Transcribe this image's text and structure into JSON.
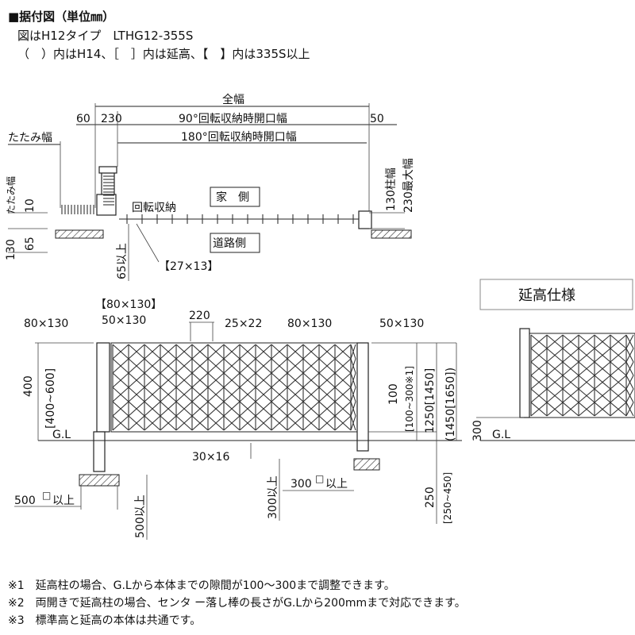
{
  "header": {
    "title": "■据付図（単位㎜）",
    "line1": "図はH12タイプ　LTHG12-355S",
    "line2": "（　）内はH14、［　］内は延高、【　】内は335S以上"
  },
  "plan": {
    "full_width": "全幅",
    "d60": "60",
    "d230": "230",
    "open90": "90°回転収納時開口幅",
    "d50": "50",
    "open180": "180°回転収納時開口幅",
    "fold_width": "たたみ幅",
    "fold_width_v": "たたみ幅",
    "d10": "10",
    "rotate_store": "回転収納",
    "house_side": "家　側",
    "road_side": "道路側",
    "d130_left": "130",
    "d65": "65",
    "d65_min": "65以上",
    "bracket_27x13": "【27×13】",
    "post_130": "130柱幅",
    "max_230": "230最大幅"
  },
  "elevation": {
    "bracket_80x130": "【80×130】",
    "d80x130_left": "80×130",
    "d50x130_left": "50×130",
    "d220": "220",
    "d25x22": "25×22",
    "d80x130_right": "80×130",
    "d50x130_right": "50×130",
    "d400": "400",
    "d400_600": "[400~600]",
    "gl_left": "G.L",
    "d30x16": "30×16",
    "d500_min_h": "500",
    "d500_min_h_suffix": "以上",
    "d500_min_v": "500以上",
    "d300_min_v": "300以上",
    "d300_min_h": "300",
    "d300_min_h_suffix": "以上",
    "d100": "100",
    "d100_300": "[100~300※1]",
    "d1250": "1250[1450]",
    "d1450": "(1450[1650])",
    "d250": "250",
    "d250_450": "[250~450]"
  },
  "extension": {
    "title": "延高仕様",
    "d300": "300",
    "gl": "G.L"
  },
  "notes": [
    "※1　延高柱の場合、G.Lから本体までの隙間が100～300まで調整できます。",
    "※2　両開きで延高柱の場合、センタ ー落し棒の長さがG.Lから200mmまで対応できます。",
    "※3　標準高と延高の本体は共通です。"
  ]
}
